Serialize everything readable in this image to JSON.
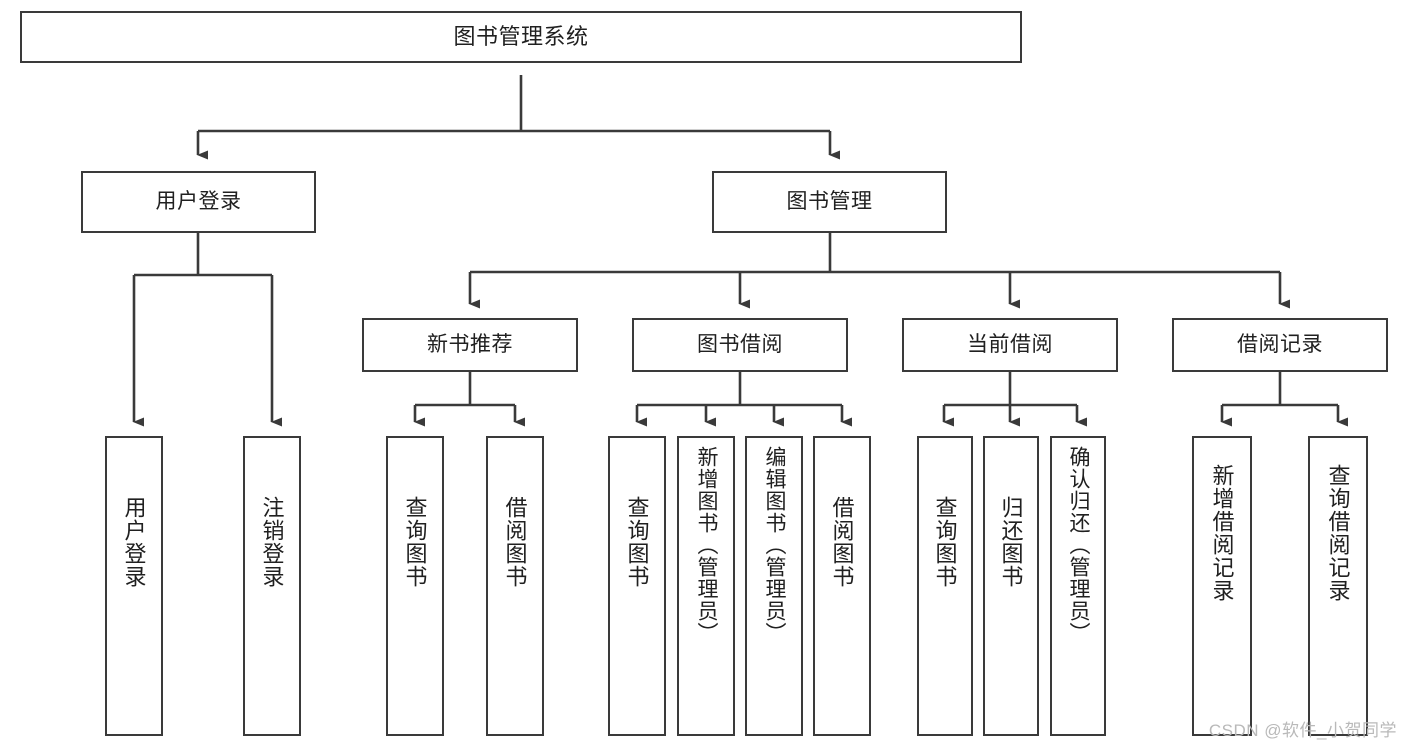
{
  "diagram": {
    "title": "图书管理系统",
    "type": "tree-hierarchy-chart",
    "orientation": "top-down",
    "colors": {
      "stroke": "#3a3a3a",
      "fill": "#ffffff",
      "text": "#202020",
      "watermark": "#b9b9b9"
    }
  },
  "watermark": {
    "text": "CSDN @软件_小贺同学"
  },
  "nodes": {
    "root": {
      "label": "图书管理系统"
    },
    "level2": [
      {
        "id": "user-login",
        "label": "用户登录"
      },
      {
        "id": "book-manage",
        "label": "图书管理"
      }
    ],
    "level3": [
      {
        "id": "new-book-recommend",
        "label": "新书推荐"
      },
      {
        "id": "book-borrow",
        "label": "图书借阅"
      },
      {
        "id": "current-borrow",
        "label": "当前借阅"
      },
      {
        "id": "borrow-record",
        "label": "借阅记录"
      }
    ],
    "leaves": {
      "user-login": [
        {
          "id": "leaf-user-login",
          "label": "用户登录"
        },
        {
          "id": "leaf-logout",
          "label": "注销登录"
        }
      ],
      "new-book-recommend": [
        {
          "id": "leaf-query-book-1",
          "label": "查询图书"
        },
        {
          "id": "leaf-borrow-book-1",
          "label": "借阅图书"
        }
      ],
      "book-borrow": [
        {
          "id": "leaf-query-book-2",
          "label": "查询图书"
        },
        {
          "id": "leaf-add-book",
          "label": "新增图书（管理员）"
        },
        {
          "id": "leaf-edit-book",
          "label": "编辑图书（管理员）"
        },
        {
          "id": "leaf-borrow-book-2",
          "label": "借阅图书"
        }
      ],
      "current-borrow": [
        {
          "id": "leaf-query-book-3",
          "label": "查询图书"
        },
        {
          "id": "leaf-return-book",
          "label": "归还图书"
        },
        {
          "id": "leaf-confirm-return",
          "label": "确认归还（管理员）"
        }
      ],
      "borrow-record": [
        {
          "id": "leaf-add-record",
          "label": "新增借阅记录"
        },
        {
          "id": "leaf-query-record",
          "label": "查询借阅记录"
        }
      ]
    }
  }
}
